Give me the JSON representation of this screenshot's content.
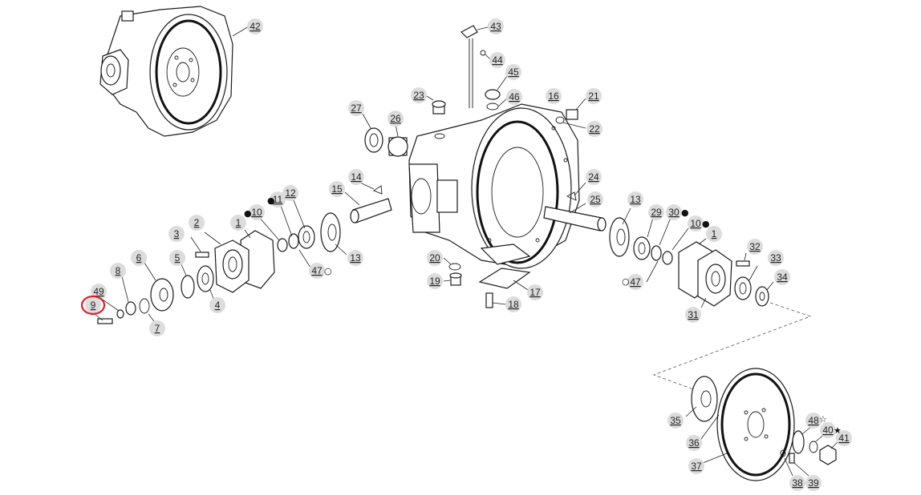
{
  "diagram": {
    "highlight_color": "#e0202a",
    "callouts": [
      {
        "id": "c42",
        "label": "42"
      },
      {
        "id": "c43",
        "label": "43"
      },
      {
        "id": "c44",
        "label": "44"
      },
      {
        "id": "c45",
        "label": "45"
      },
      {
        "id": "c46",
        "label": "46"
      },
      {
        "id": "c23",
        "label": "23"
      },
      {
        "id": "c16",
        "label": "16"
      },
      {
        "id": "c21",
        "label": "21"
      },
      {
        "id": "c22",
        "label": "22"
      },
      {
        "id": "c27",
        "label": "27"
      },
      {
        "id": "c26",
        "label": "26"
      },
      {
        "id": "c24",
        "label": "24"
      },
      {
        "id": "c25",
        "label": "25"
      },
      {
        "id": "c14",
        "label": "14"
      },
      {
        "id": "c15",
        "label": "15"
      },
      {
        "id": "c11",
        "label": "11"
      },
      {
        "id": "c12",
        "label": "12"
      },
      {
        "id": "c10a",
        "label": "10"
      },
      {
        "id": "c2",
        "label": "2"
      },
      {
        "id": "c1a",
        "label": "1"
      },
      {
        "id": "c3",
        "label": "3"
      },
      {
        "id": "c13a",
        "label": "13"
      },
      {
        "id": "c47a",
        "label": "47"
      },
      {
        "id": "c8",
        "label": "8"
      },
      {
        "id": "c6",
        "label": "6"
      },
      {
        "id": "c5",
        "label": "5"
      },
      {
        "id": "c49",
        "label": "49"
      },
      {
        "id": "c9",
        "label": "9"
      },
      {
        "id": "c4",
        "label": "4"
      },
      {
        "id": "c7",
        "label": "7"
      },
      {
        "id": "c20",
        "label": "20"
      },
      {
        "id": "c19",
        "label": "19"
      },
      {
        "id": "c17",
        "label": "17"
      },
      {
        "id": "c18",
        "label": "18"
      },
      {
        "id": "c13b",
        "label": "13"
      },
      {
        "id": "c29",
        "label": "29"
      },
      {
        "id": "c30",
        "label": "30"
      },
      {
        "id": "c10b",
        "label": "10"
      },
      {
        "id": "c1b",
        "label": "1"
      },
      {
        "id": "c32",
        "label": "32"
      },
      {
        "id": "c33",
        "label": "33"
      },
      {
        "id": "c34",
        "label": "34"
      },
      {
        "id": "c31",
        "label": "31"
      },
      {
        "id": "c47b",
        "label": "47"
      },
      {
        "id": "c35",
        "label": "35"
      },
      {
        "id": "c36",
        "label": "36"
      },
      {
        "id": "c37",
        "label": "37"
      },
      {
        "id": "c48",
        "label": "48"
      },
      {
        "id": "c40",
        "label": "40"
      },
      {
        "id": "c41",
        "label": "41"
      },
      {
        "id": "c38",
        "label": "38"
      },
      {
        "id": "c39",
        "label": "39"
      }
    ],
    "markers": {
      "filled_dot": "●",
      "open_dot": "○",
      "filled_star": "★",
      "open_star": "☆"
    }
  }
}
